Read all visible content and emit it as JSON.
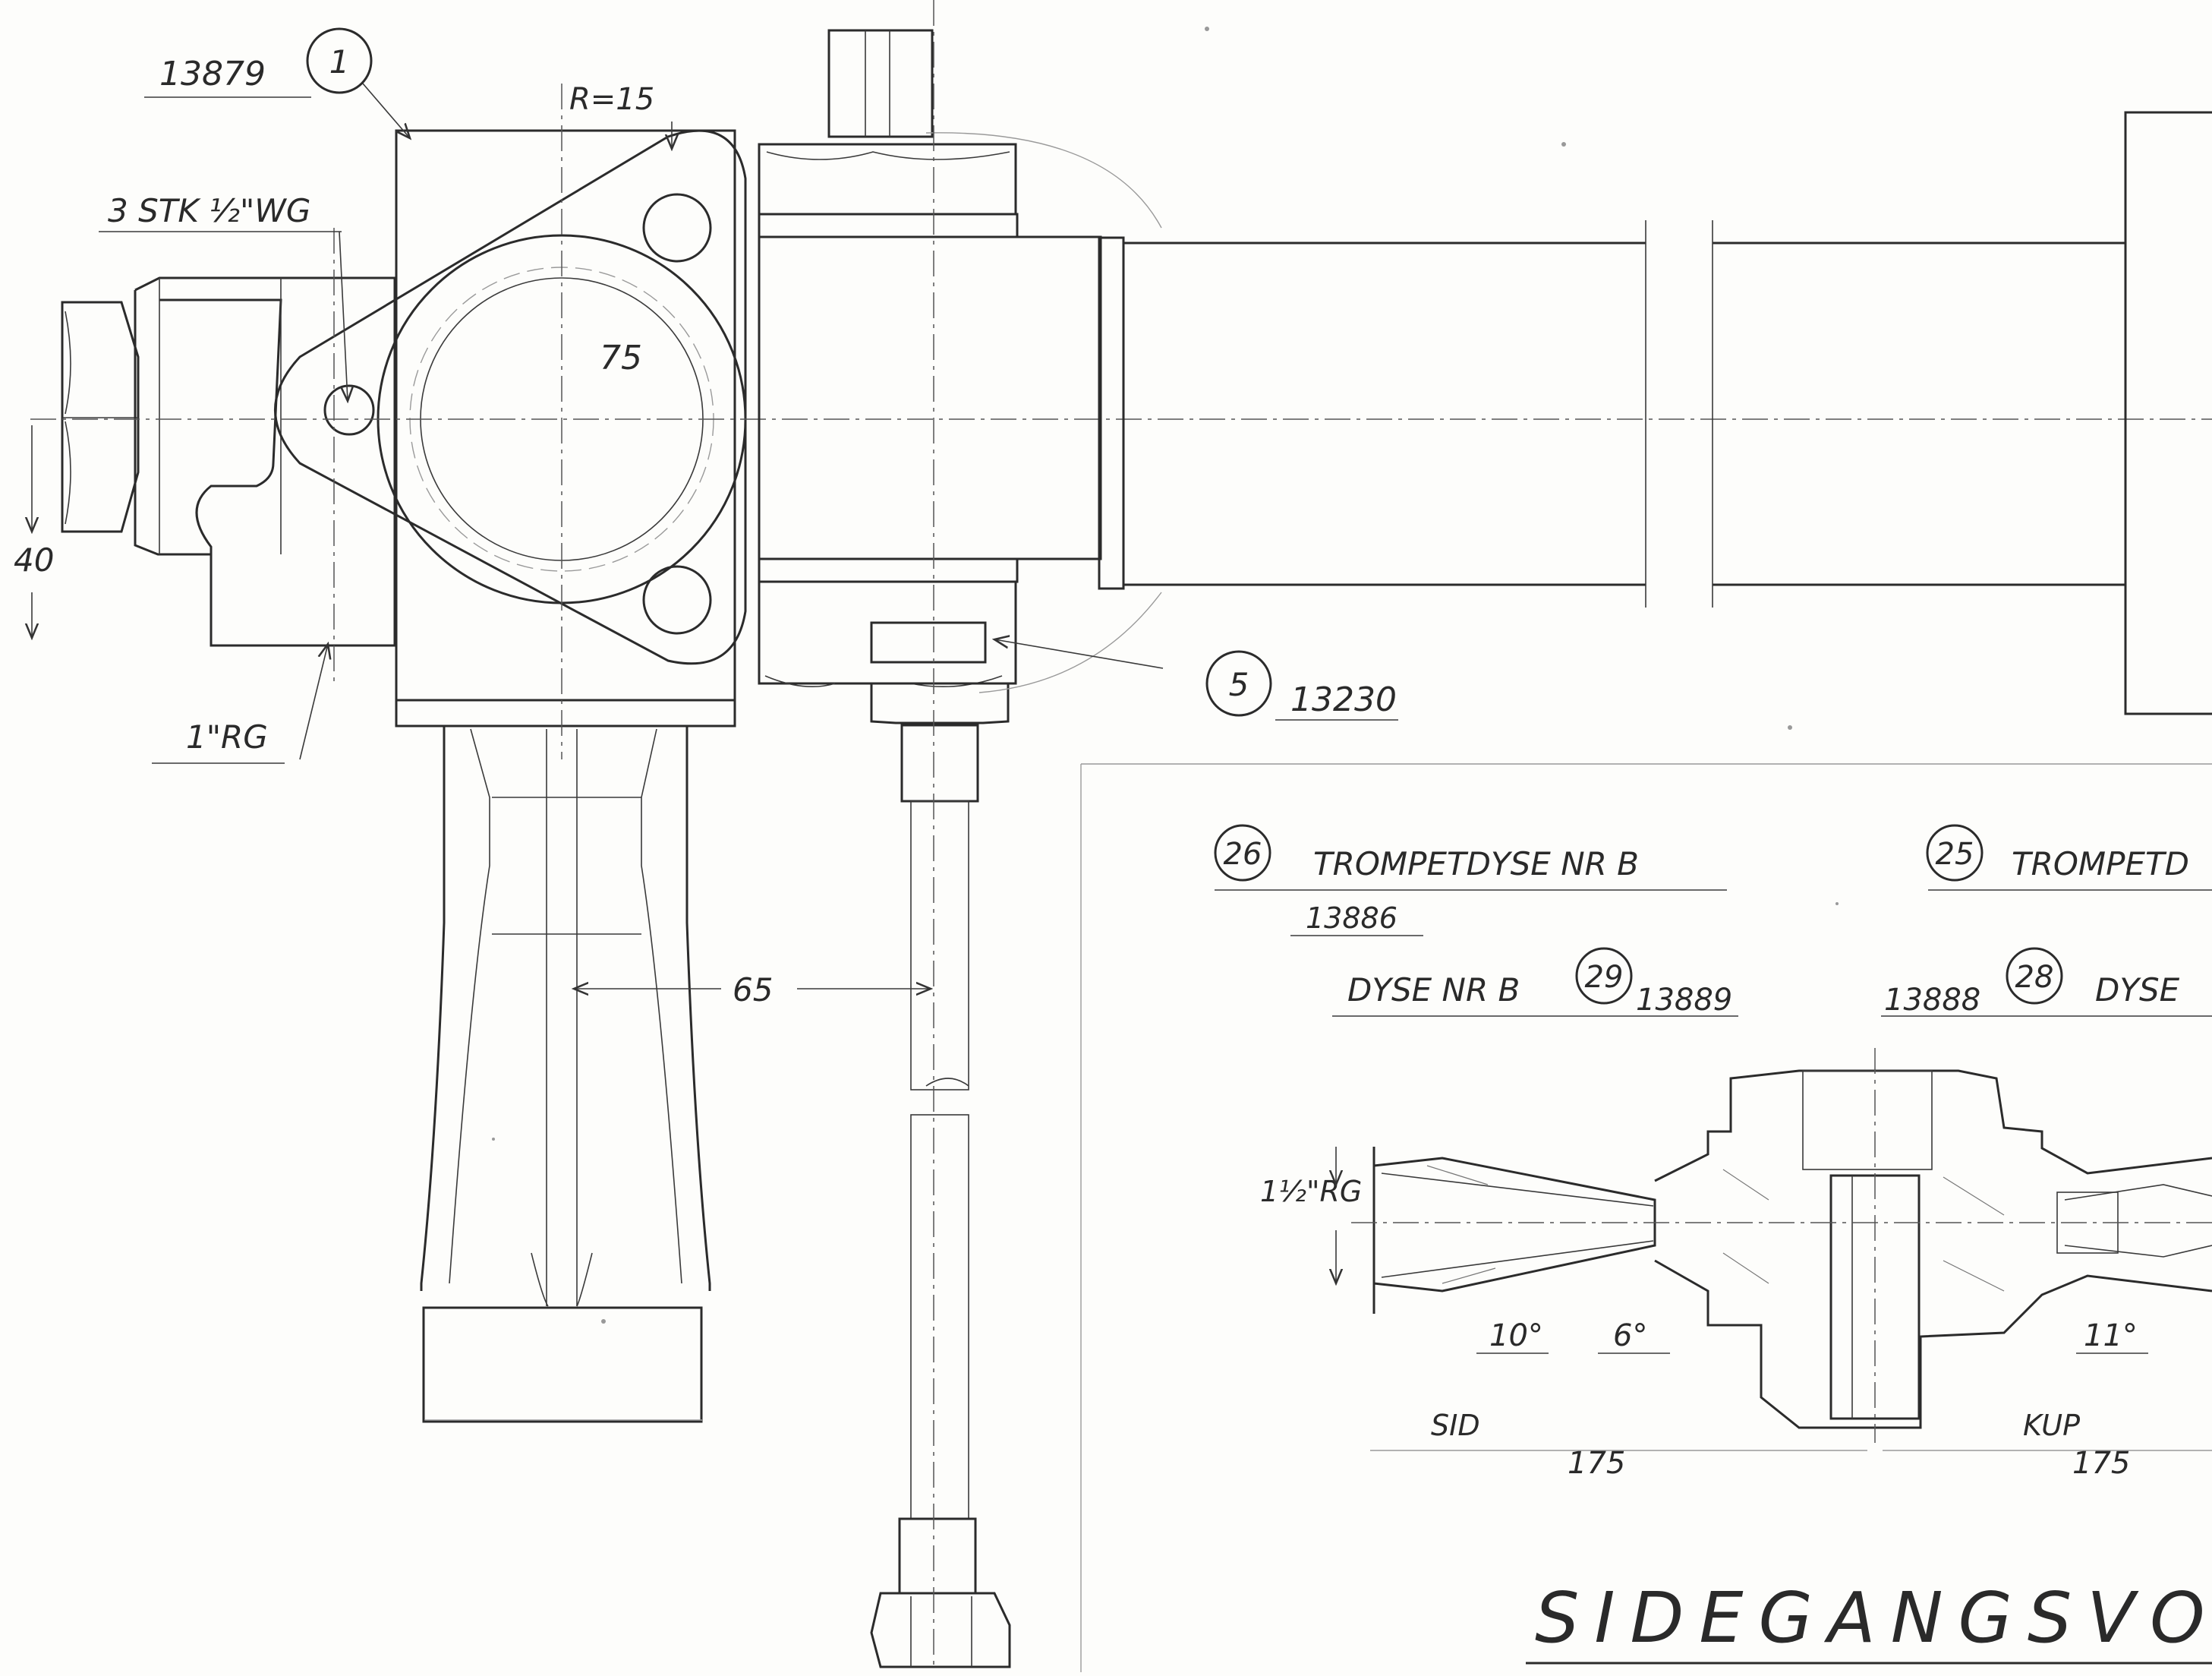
{
  "drawing": {
    "title": "SIDEGANGSVOGN",
    "part_1": {
      "number": "1",
      "ref": "13879"
    },
    "part_5": {
      "number": "5",
      "ref": "13230"
    },
    "note_bolts": "3 STK ½\"WG",
    "note_pipe_bottom": "1\"RG",
    "note_pipe_nozzle": "1½\"RG",
    "dim_radius": "R=15",
    "dim_75": "75",
    "dim_40": "40",
    "dim_65": "65",
    "part_26": {
      "number": "26",
      "label": "TROMPETDYSE NR B",
      "ref": "13886"
    },
    "part_25": {
      "number": "25",
      "label": "TROMPETD"
    },
    "part_29": {
      "number": "29",
      "label": "DYSE NR B",
      "ref": "13889"
    },
    "part_28": {
      "number": "28",
      "label": "DYSE",
      "ref": "13888"
    },
    "angle_left_outer": "10°",
    "angle_left_inner": "6°",
    "angle_right": "11°",
    "label_side_left": "SID",
    "label_side_right": "KUP",
    "dim_175_left": "175",
    "dim_175_right": "175"
  },
  "colors": {
    "ink": "#2b2b2b",
    "paper": "#fdfdfb"
  }
}
